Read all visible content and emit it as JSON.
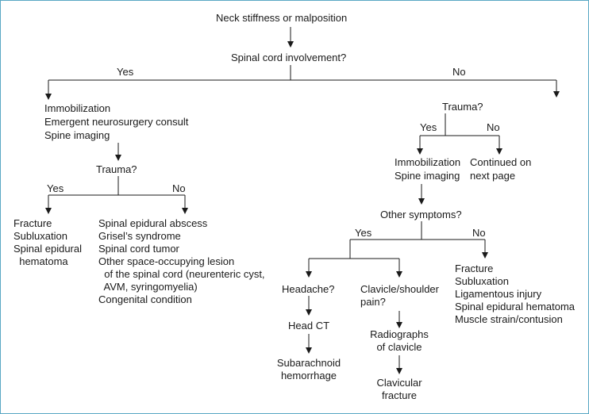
{
  "nodes": {
    "start": "Neck stiffness or malposition",
    "spinal_q": "Spinal cord involvement?",
    "yes_top": "Yes",
    "no_top": "No",
    "left_management": [
      "Immobilization",
      "Emergent neurosurgery consult",
      "Spine imaging"
    ],
    "trauma_left": "Trauma?",
    "yes_left": "Yes",
    "no_left": "No",
    "left_trauma_yes": [
      "Fracture",
      "Subluxation",
      "Spinal epidural",
      "  hematoma"
    ],
    "left_trauma_no": [
      "Spinal epidural abscess",
      "Grisel’s syndrome",
      "Spinal cord tumor",
      "Other space-occupying lesion",
      "  of the spinal cord (neurenteric cyst,",
      "  AVM, syringomyelia)",
      "Congenital condition"
    ],
    "trauma_right": "Trauma?",
    "yes_right": "Yes",
    "no_right": "No",
    "right_trauma_yes": [
      "Immobilization",
      "Spine imaging"
    ],
    "right_trauma_no": [
      "Continued on",
      "next page"
    ],
    "other_symptoms": "Other symptoms?",
    "yes_other": "Yes",
    "no_other": "No",
    "headache": "Headache?",
    "head_ct": "Head CT",
    "sah": [
      "Subarachnoid",
      "hemorrhage"
    ],
    "clavicle_pain": [
      "Clavicle/shoulder",
      "pain?"
    ],
    "radiographs": [
      "Radiographs",
      "of clavicle"
    ],
    "clavicular_fracture": [
      "Clavicular",
      "fracture"
    ],
    "right_no_list": [
      "Fracture",
      "Subluxation",
      "Ligamentous injury",
      "Spinal epidural hematoma",
      "Muscle strain/contusion"
    ]
  },
  "colors": {
    "border": "#5aa8c4",
    "line": "#1a1a1a"
  }
}
